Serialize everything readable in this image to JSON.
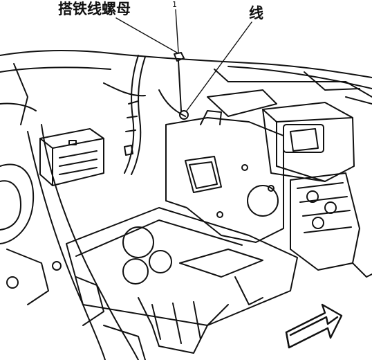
{
  "figure": {
    "labels": {
      "ground_nut": "搭铁线螺母",
      "wire": "线",
      "index_mark": "1"
    },
    "colors": {
      "ink": "#111111",
      "background": "#ffffff"
    },
    "icons": {
      "direction_arrow": "forward-arrow-icon"
    }
  }
}
